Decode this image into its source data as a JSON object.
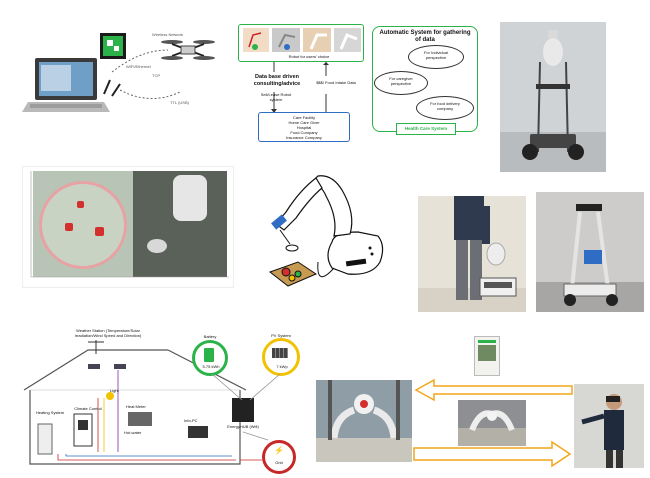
{
  "laptop_panel": {
    "label_wireless_network": "Wireless Network",
    "label_wifi": "WIFI/Ethernet",
    "label_tcp": "TCP",
    "label_ttl": "TTL (USB)"
  },
  "consulting_panel": {
    "robot_choice": "Robot for users' choice",
    "heading": "Data base driven consulting/advice",
    "left_label": "Sell/Lease Robot system",
    "right_label": "$$$/ Food Intake Data",
    "stakeholders": [
      "Care Facility",
      "Home Care Giver",
      "Hospital",
      "Food Company",
      "Insurance Company"
    ]
  },
  "automatic_system": {
    "title": "Automatic System for gathering of data",
    "individual": "For Individual perspective",
    "caregiver": "For caregiver perspective",
    "food_delivery": "For food delivery company",
    "footer": "Health Care System"
  },
  "energy_panel": {
    "battery_label": "Battery",
    "battery_value": "5.75 kWh",
    "pv_label": "PV System",
    "pv_value": "7 kWp",
    "hub_label": "EnergyHUB (Wifi)",
    "grid_label": "Grid",
    "weather_station": "Weather Station (Temperature/Solar Irradiation/Wind Speed and Direction)",
    "room_labels": [
      "Heating System",
      "Climate Control",
      "Light",
      "Heat Meter",
      "Hot-water",
      "Info-PC"
    ]
  },
  "colors": {
    "green": "#2bb34a",
    "yellow": "#f2c200",
    "red": "#c62828",
    "orange_arrow": "#f4a51c"
  }
}
